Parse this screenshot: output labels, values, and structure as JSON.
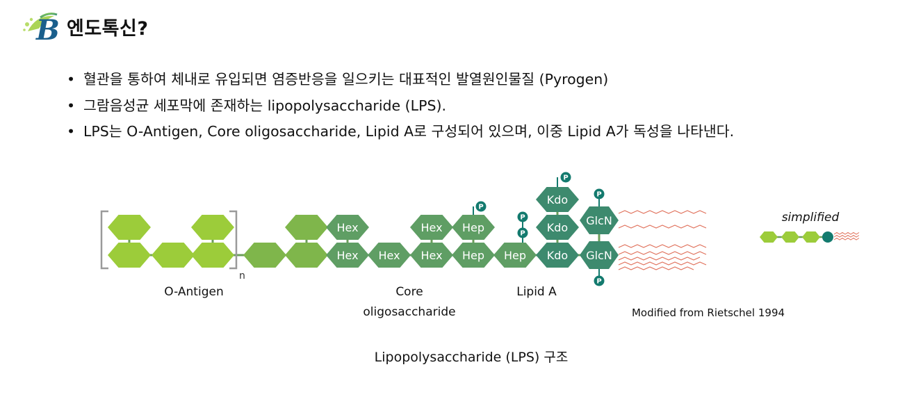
{
  "header": {
    "title": "엔도톡신?"
  },
  "bullets": [
    "혈관을 통하여 체내로 유입되면 염증반응을 일으키는 대표적인 발열원인물질 (Pyrogen)",
    "그람음성균 세포막에 존재하는 lipopolysaccharide (LPS).",
    "LPS는 O-Antigen, Core oligosaccharide, Lipid A로 구성되어 있으며, 이중 Lipid A가 독성을 나타낸다."
  ],
  "diagram": {
    "repeat_subscript": "n",
    "phosphate_label": "P",
    "section_labels": {
      "o_antigen": "O-Antigen",
      "core_line1": "Core",
      "core_line2": "oligosaccharide",
      "lipid_a": "Lipid A"
    },
    "units": {
      "hex": "Hex",
      "hep": "Hep",
      "kdo": "Kdo",
      "glcn": "GlcN"
    },
    "simplified_label": "simplified",
    "credit": "Modified from Rietschel 1994",
    "caption": "Lipopolysaccharide (LPS) 구조",
    "colors": {
      "o_antigen": "#9ccc3a",
      "transition": "#7fb64b",
      "core": "#5f9e64",
      "lipid": "#3d8a6e",
      "phosphate": "#137a6e",
      "fatty_acid": "#e0705a",
      "bracket": "#9a9a9a"
    }
  }
}
